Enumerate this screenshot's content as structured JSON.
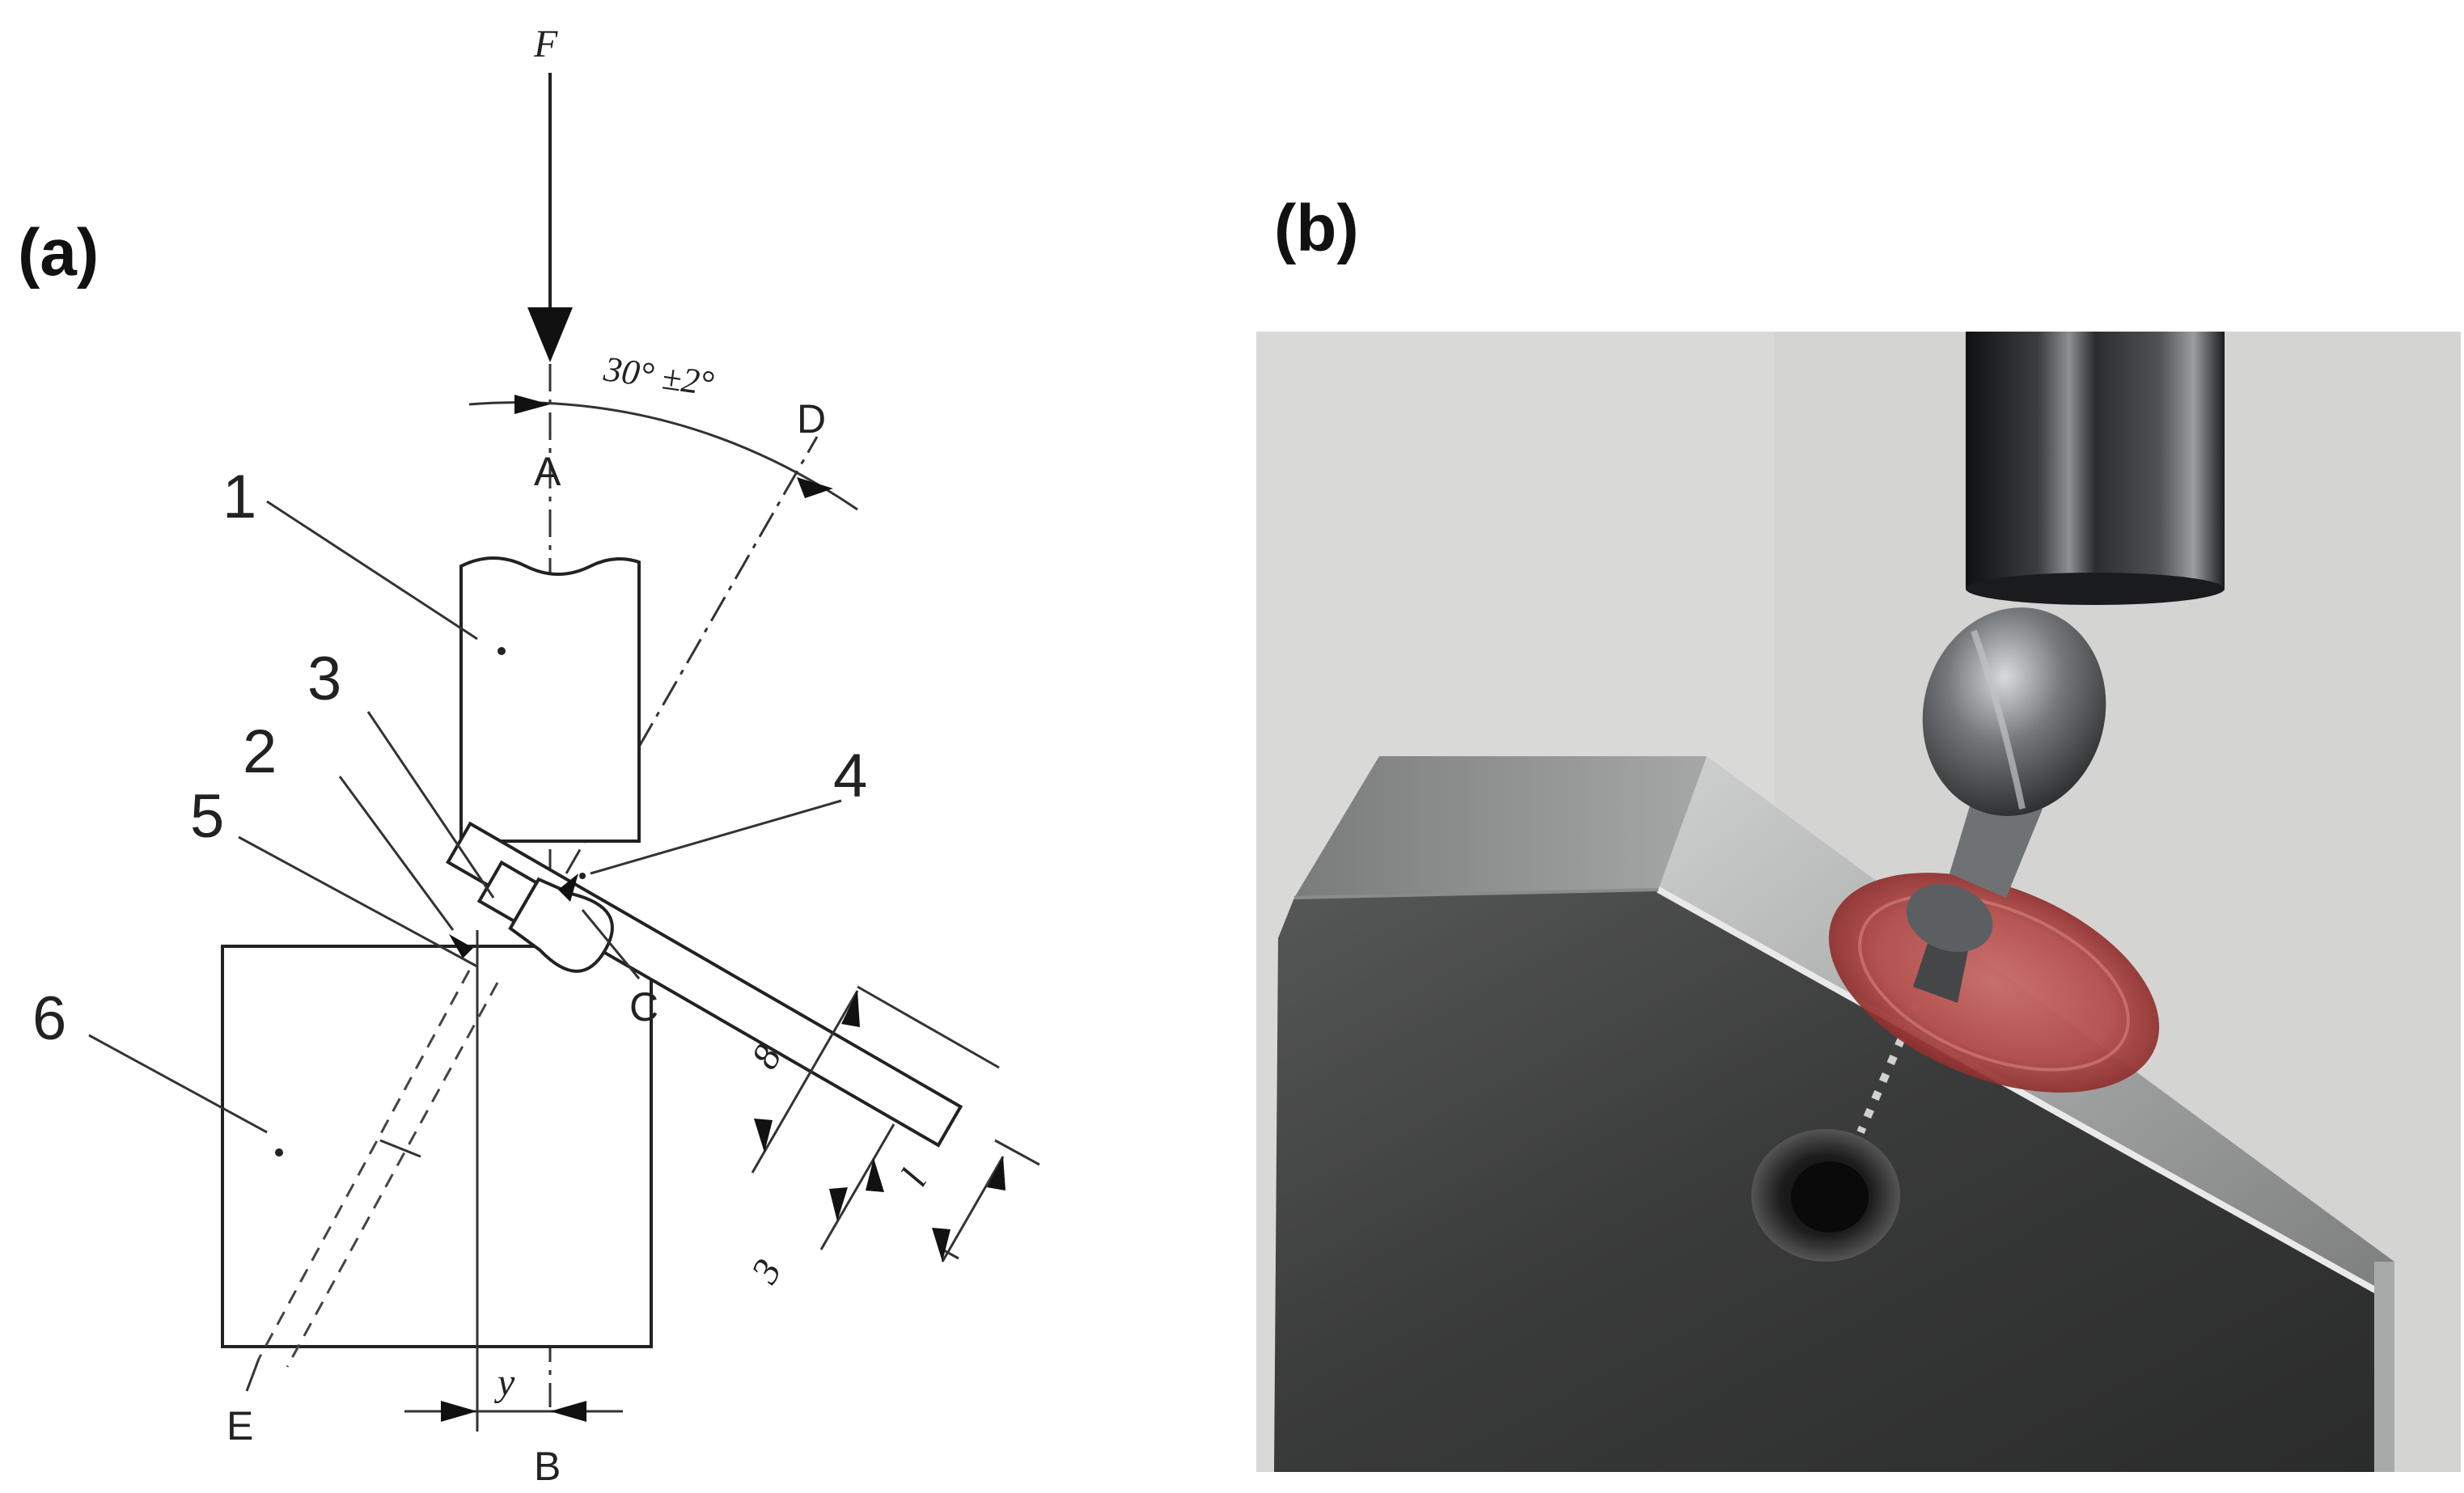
{
  "panels": {
    "a": {
      "label": "(a)"
    },
    "b": {
      "label": "(b)"
    }
  },
  "diagram": {
    "force_label": "F",
    "angle_label": "30° ±2°",
    "points": {
      "A": "A",
      "B": "B",
      "C": "C",
      "D": "D",
      "E": "E"
    },
    "callouts": [
      "1",
      "2",
      "3",
      "4",
      "5",
      "6"
    ],
    "dimensions": {
      "y": "y",
      "s8": "8",
      "l": "l",
      "s3": "3"
    }
  },
  "photo": {
    "colors": {
      "background": "#d4d5d3",
      "metal_block": "#3c3d3c",
      "rod": "#1f2021",
      "seal_disc": "#b44a48"
    }
  }
}
